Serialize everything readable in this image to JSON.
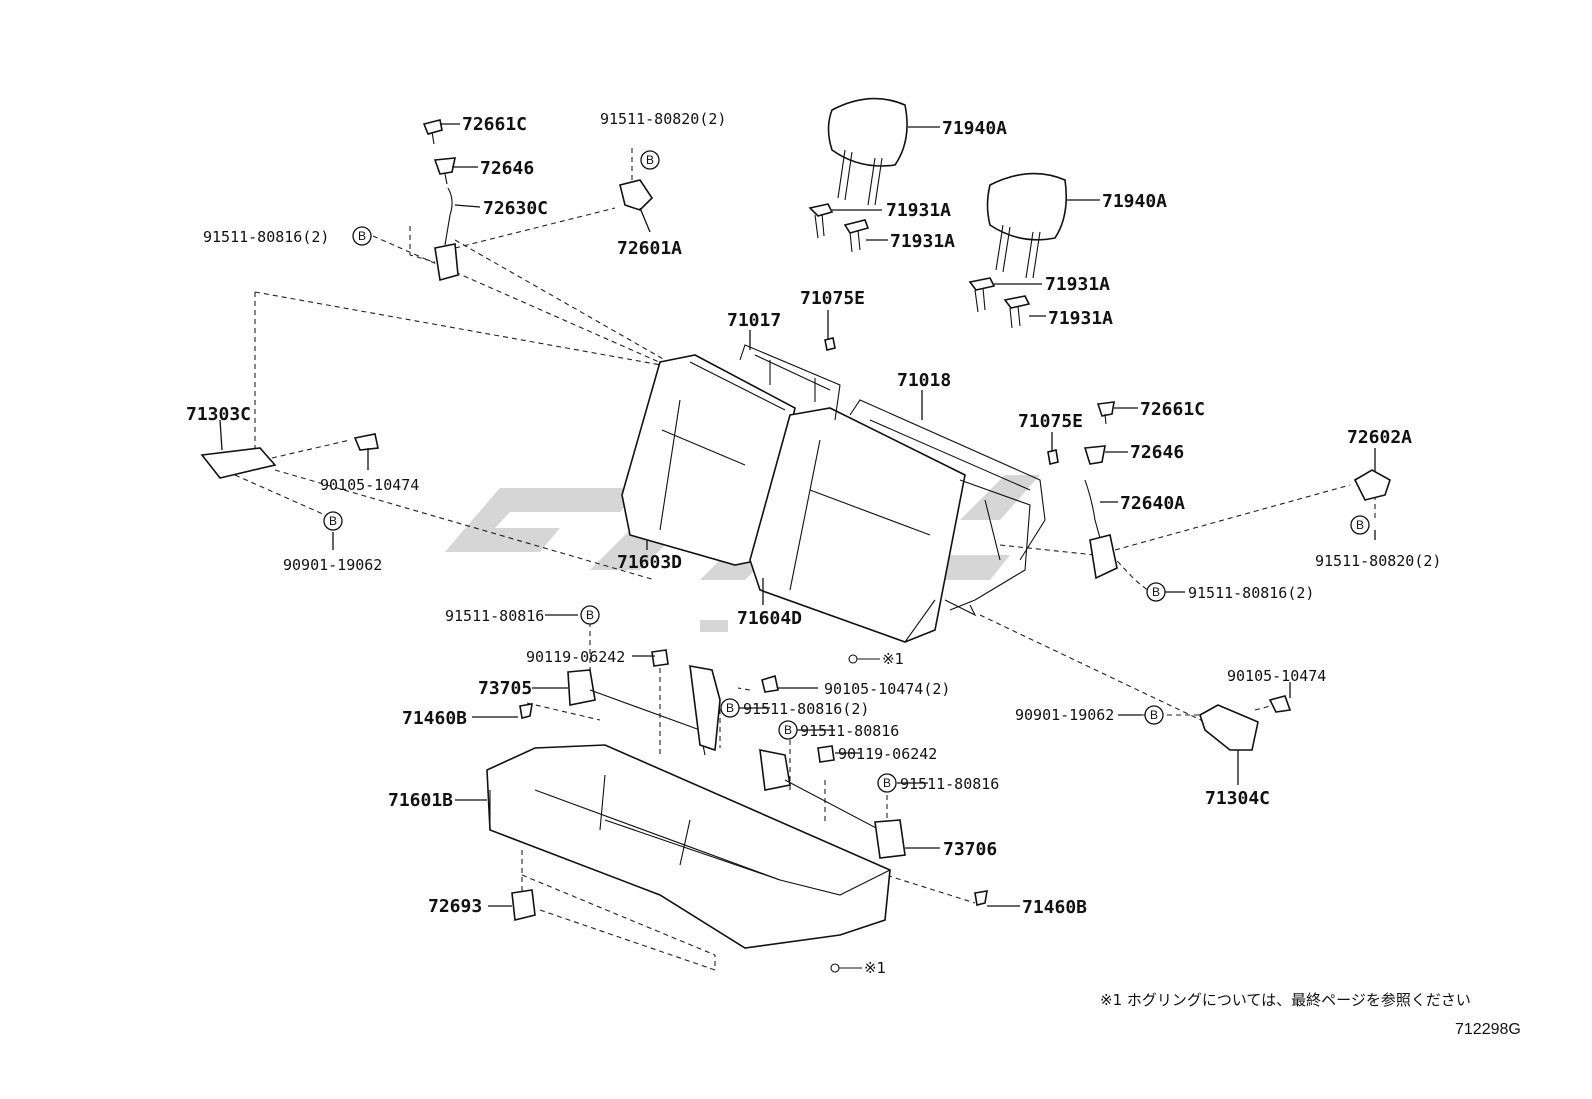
{
  "labels": {
    "l_72661C_a": "72661C",
    "l_72646_a": "72646",
    "l_72630C": "72630C",
    "l_91511_80816_2_a": "91511-80816(2)",
    "l_91511_80820_2_a": "91511-80820(2)",
    "l_72601A": "72601A",
    "l_71940A_a": "71940A",
    "l_71940A_b": "71940A",
    "l_71931A_a": "71931A",
    "l_71931A_b": "71931A",
    "l_71931A_c": "71931A",
    "l_71931A_d": "71931A",
    "l_71075E_a": "71075E",
    "l_71017": "71017",
    "l_71018": "71018",
    "l_71075E_b": "71075E",
    "l_72661C_b": "72661C",
    "l_72646_b": "72646",
    "l_72640A": "72640A",
    "l_72602A": "72602A",
    "l_91511_80820_2_b": "91511-80820(2)",
    "l_91511_80816_2_b": "91511-80816(2)",
    "l_71303C": "71303C",
    "l_90105_10474_a": "90105-10474",
    "l_90901_19062_a": "90901-19062",
    "l_71603D": "71603D",
    "l_71604D": "71604D",
    "l_91511_80816_a": "91511-80816",
    "l_90119_06242_a": "90119-06242",
    "l_73705": "73705",
    "l_71460B_a": "71460B",
    "l_90105_10474_2": "90105-10474(2)",
    "l_91511_80816_2_c": "91511-80816(2)",
    "l_91511_80816_b": "91511-80816",
    "l_90119_06242_b": "90119-06242",
    "l_91511_80816_c": "91511-80816",
    "l_71601B": "71601B",
    "l_73706": "73706",
    "l_72693": "72693",
    "l_71460B_b": "71460B",
    "l_90105_10474_b": "90105-10474",
    "l_90901_19062_b": "90901-19062",
    "l_71304C": "71304C",
    "l_ref1_a": "※1",
    "l_ref1_b": "※1"
  },
  "badge": "B",
  "footnote": "※1  ホグリングについては、最終ページを参照ください",
  "diagram_code": "712298G"
}
